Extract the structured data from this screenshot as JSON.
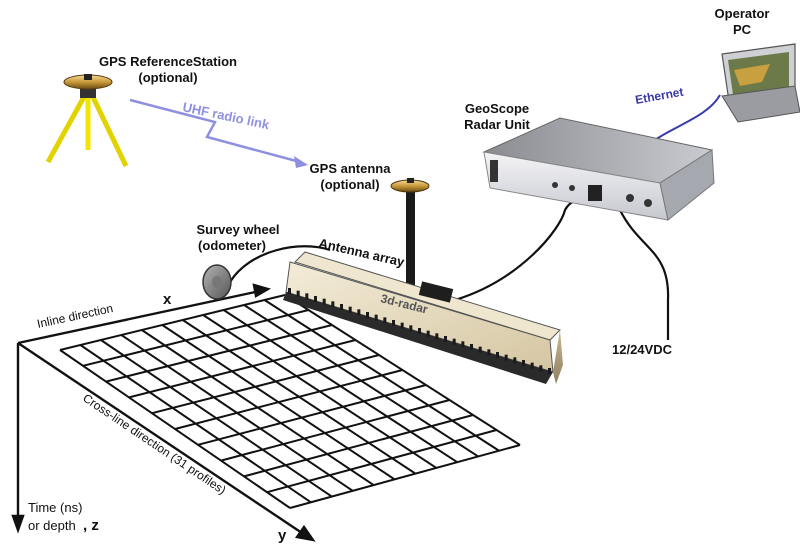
{
  "labels": {
    "gps_reference_line1": "GPS ReferenceStation",
    "gps_reference_line2": "(optional)",
    "uhf_link": "UHF radio link",
    "gps_antenna_line1": "GPS antenna",
    "gps_antenna_line2": "(optional)",
    "radar_unit_line1": "GeoScope",
    "radar_unit_line2": "Radar Unit",
    "operator_line1": "Operator",
    "operator_line2": "PC",
    "ethernet": "Ethernet",
    "survey_wheel_line1": "Survey wheel",
    "survey_wheel_line2": "(odometer)",
    "antenna_array": "Antenna array",
    "radar_body": "3d-radar",
    "inline_direction": "Inline direction",
    "x_axis": "x",
    "crossline_direction": "Cross-line direction (31 profiles)",
    "y_axis": "y",
    "time_line1": "Time (ns)",
    "time_line2": "or depth",
    "z_axis": ", z",
    "power": "12/24VDC"
  },
  "colors": {
    "link_purple": "#8f8fe0",
    "ethernet_blue": "#3a3aa8",
    "tripod_yellow": "#f2e600",
    "antenna_gold": "#c89a3a",
    "cable_black": "#111111"
  },
  "icons": [
    "tripod-icon",
    "gps-antenna-icon",
    "radar-unit-icon",
    "laptop-icon",
    "survey-wheel-icon",
    "antenna-array-icon"
  ]
}
